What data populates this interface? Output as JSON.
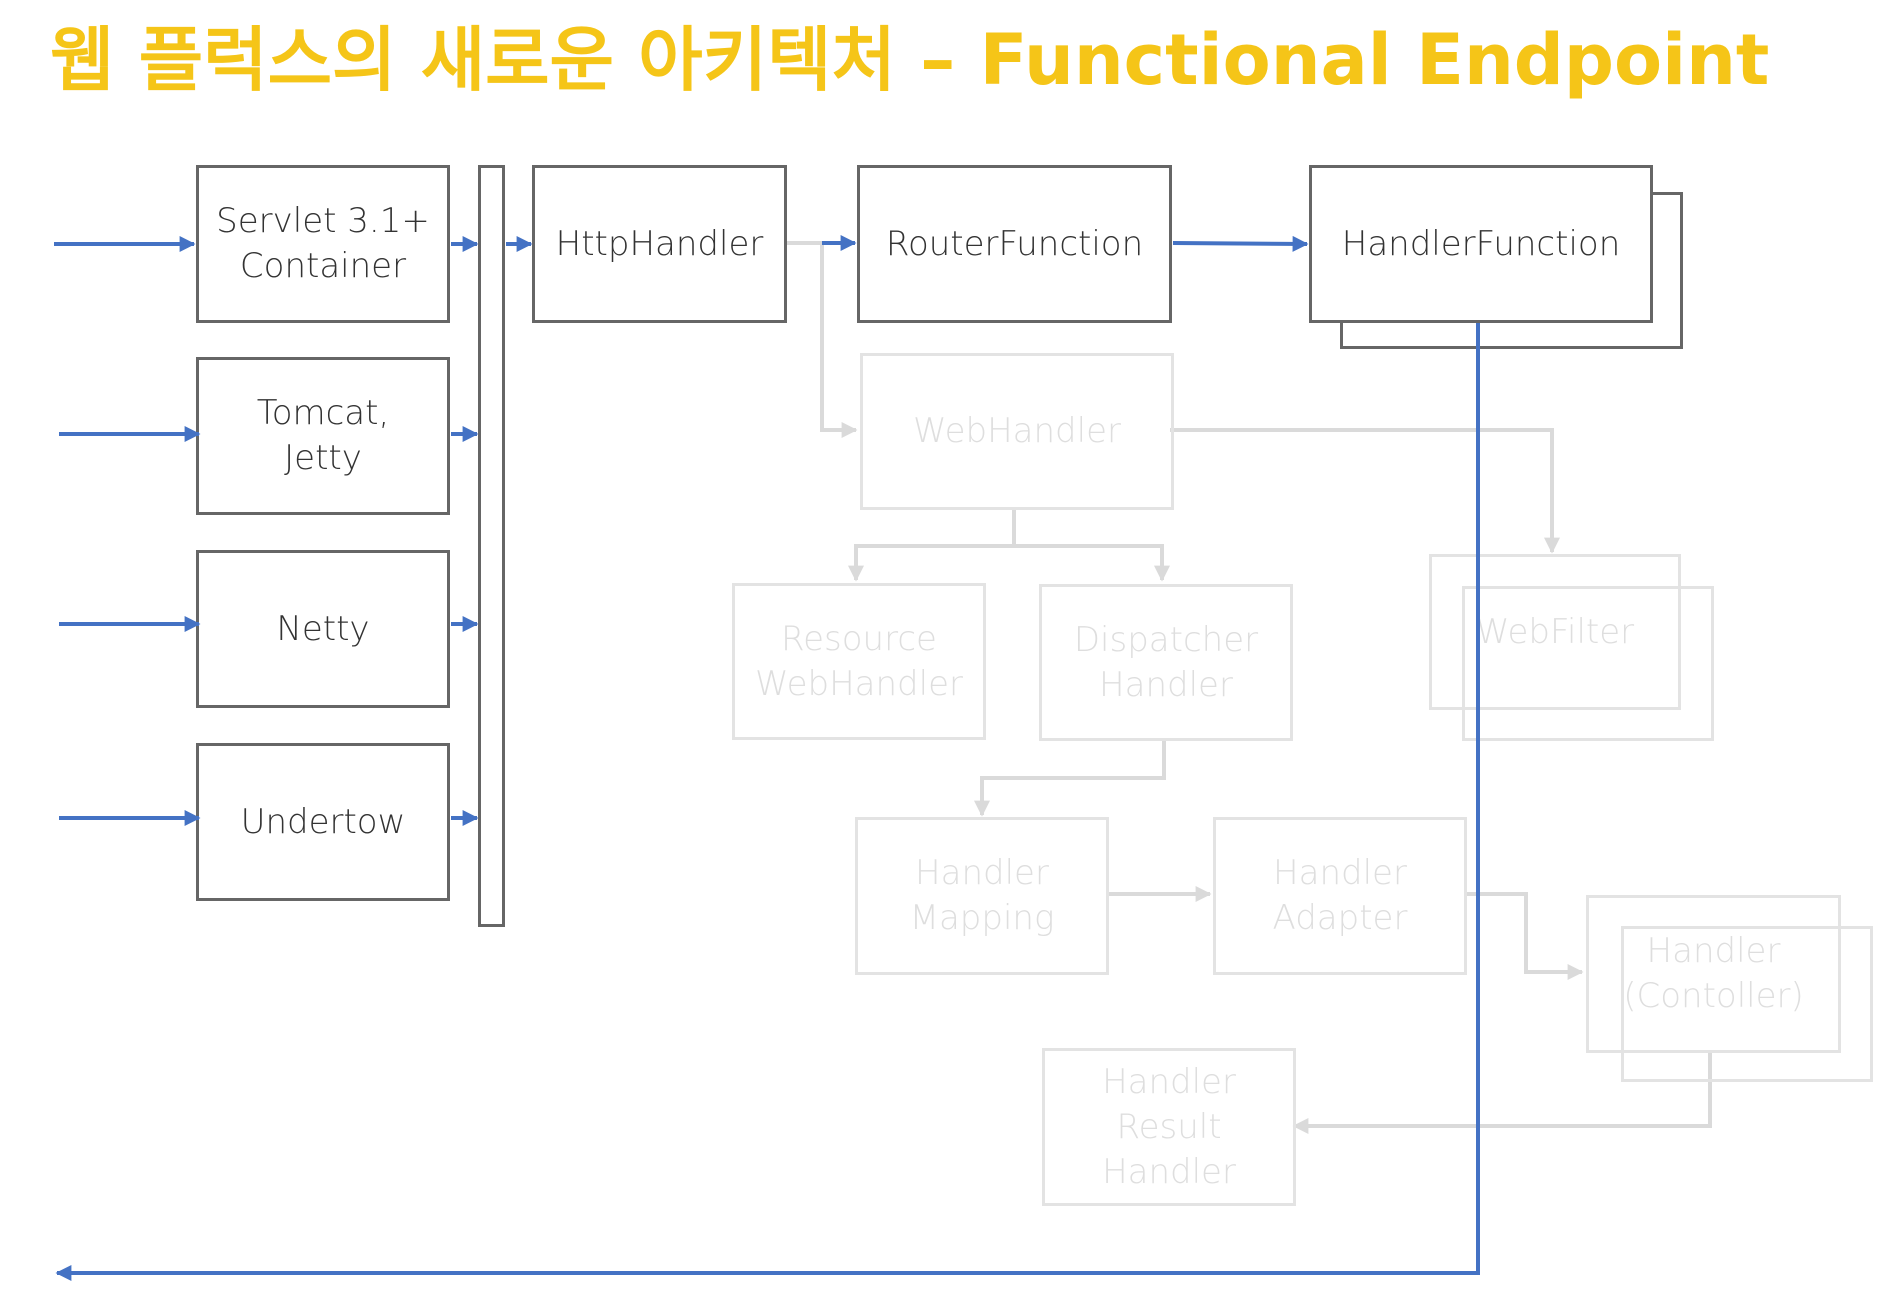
{
  "title": "웹 플럭스의 새로운 아키텍처 – Functional Endpoint",
  "colors": {
    "title": "#F5C518",
    "flow_arrow": "#4472C4",
    "active_box_border": "#666666",
    "faded_box_border": "#E3E3E3",
    "faded_text": "#DEDEDE",
    "faded_arrow": "#DADADA"
  },
  "nodes": {
    "servlet_container": "Servlet 3.1+\nContainer",
    "tomcat_jetty": "Tomcat,\nJetty",
    "netty": "Netty",
    "undertow": "Undertow",
    "http_handler": "HttpHandler",
    "router_function": "RouterFunction",
    "handler_function": "HandlerFunction",
    "web_handler": "WebHandler",
    "resource_web_handler": "Resource\nWebHandler",
    "dispatcher_handler": "Dispatcher\nHandler",
    "web_filter": "WebFilter",
    "handler_mapping": "Handler\nMapping",
    "handler_adapter": "Handler\nAdapter",
    "handler_controller": "Handler\n(Contoller)",
    "handler_result_handler": "Handler\nResult\nHandler"
  }
}
